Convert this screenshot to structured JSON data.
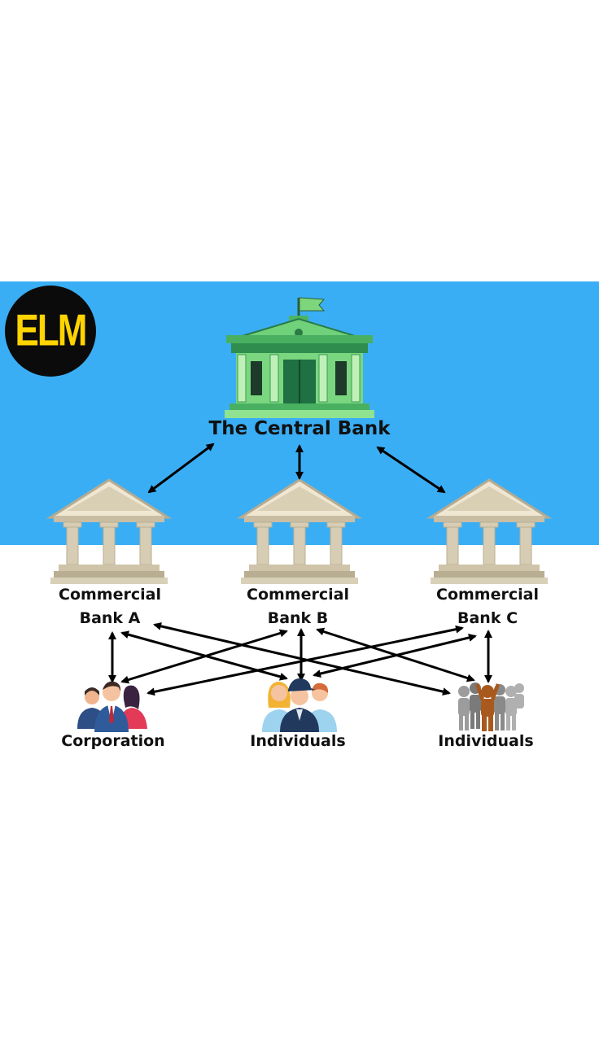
{
  "logo": {
    "text": "ELM"
  },
  "central_bank": {
    "label": "The Central Bank"
  },
  "commercial_banks": [
    {
      "line1": "Commercial",
      "line2": "Bank A"
    },
    {
      "line1": "Commercial",
      "line2": "Bank B"
    },
    {
      "line1": "Commercial",
      "line2": "Bank C"
    }
  ],
  "customers": [
    {
      "label": "Corporation"
    },
    {
      "label": "Individuals"
    },
    {
      "label": "Individuals"
    }
  ],
  "colors": {
    "sky": "#3aaef5",
    "central_bank_green": "#5dc76d",
    "commercial_bank_beige": "#d9d0b8",
    "arrow": "#000000",
    "logo_text": "#ffd400"
  }
}
